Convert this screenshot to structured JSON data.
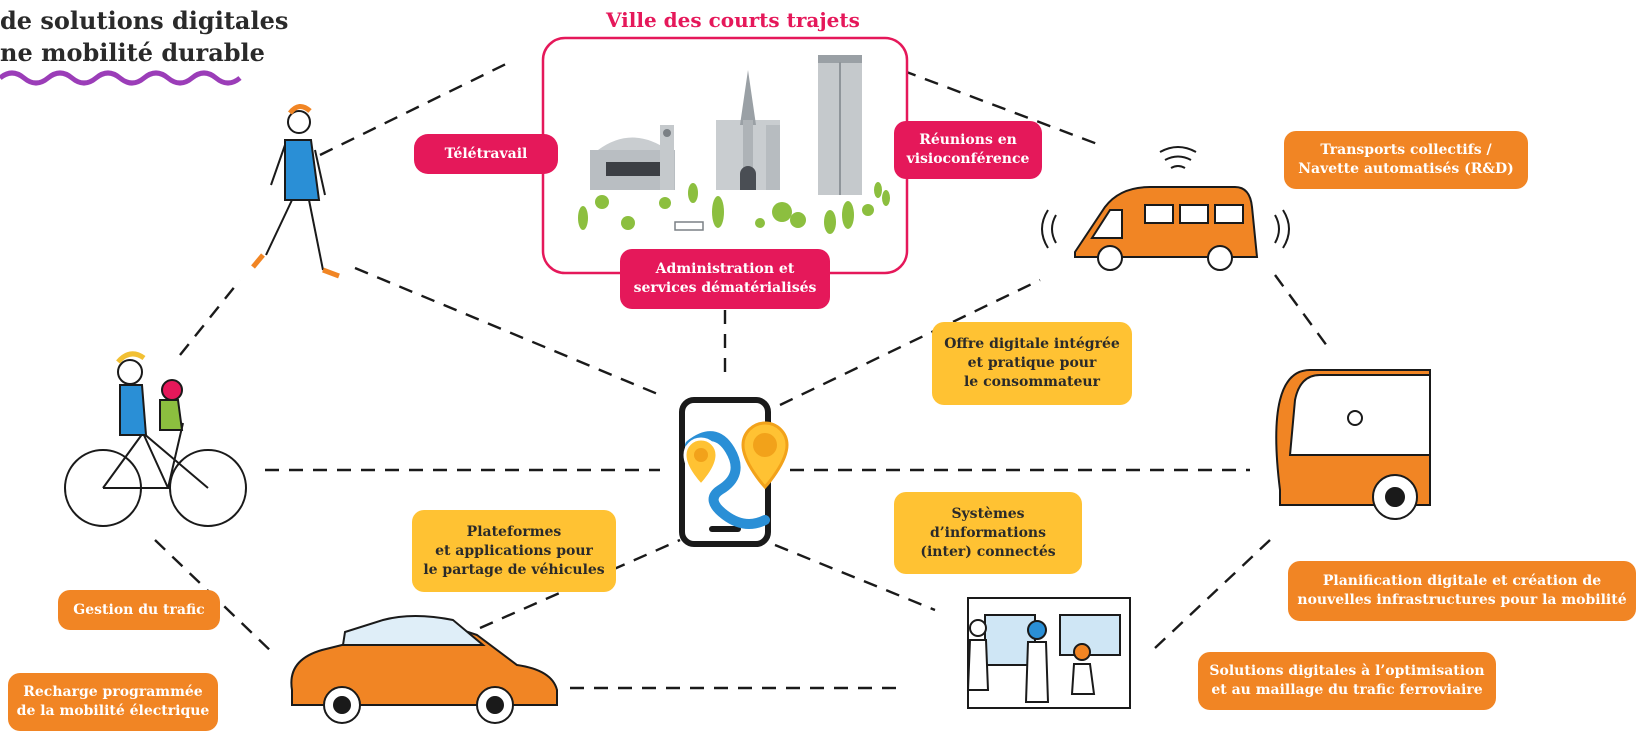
{
  "header": {
    "title_line1": "de solutions digitales",
    "title_line2": "ne mobilité durable"
  },
  "city": {
    "title": "Ville des courts trajets"
  },
  "labels": {
    "teletravail": "Télétravail",
    "reunions": "Réunions en\nvisioconférence",
    "administration": "Administration et\nservices dématérialisés",
    "offre_digitale": "Offre digitale intégrée\net pratique pour\nle consommateur",
    "plateformes": "Plateformes\net applications pour\nle partage de véhicules",
    "systemes": "Systèmes\nd’informations\n(inter) connectés",
    "transports": "Transports collectifs /\nNavette automatisés (R&D)",
    "planification": "Planification digitale et création de\nnouvelles infrastructures pour la mobilité",
    "solutions_ferro": "Solutions digitales à l’optimisation\net au maillage du trafic ferroviaire",
    "gestion_trafic": "Gestion du trafic",
    "recharge": "Recharge programmée\nde la mobilité électrique"
  },
  "colors": {
    "pink": "#e5185a",
    "orange": "#f18524",
    "yellow": "#ffc233",
    "purple_wave": "#9b3db8",
    "line": "#1a1a1a"
  },
  "icons": [
    "smartphone-map-icon",
    "pedestrian-icon",
    "cyclist-icon",
    "car-icon",
    "van-icon",
    "tram-icon",
    "train-passengers-icon",
    "city-skyline-icon",
    "wifi-icon"
  ]
}
